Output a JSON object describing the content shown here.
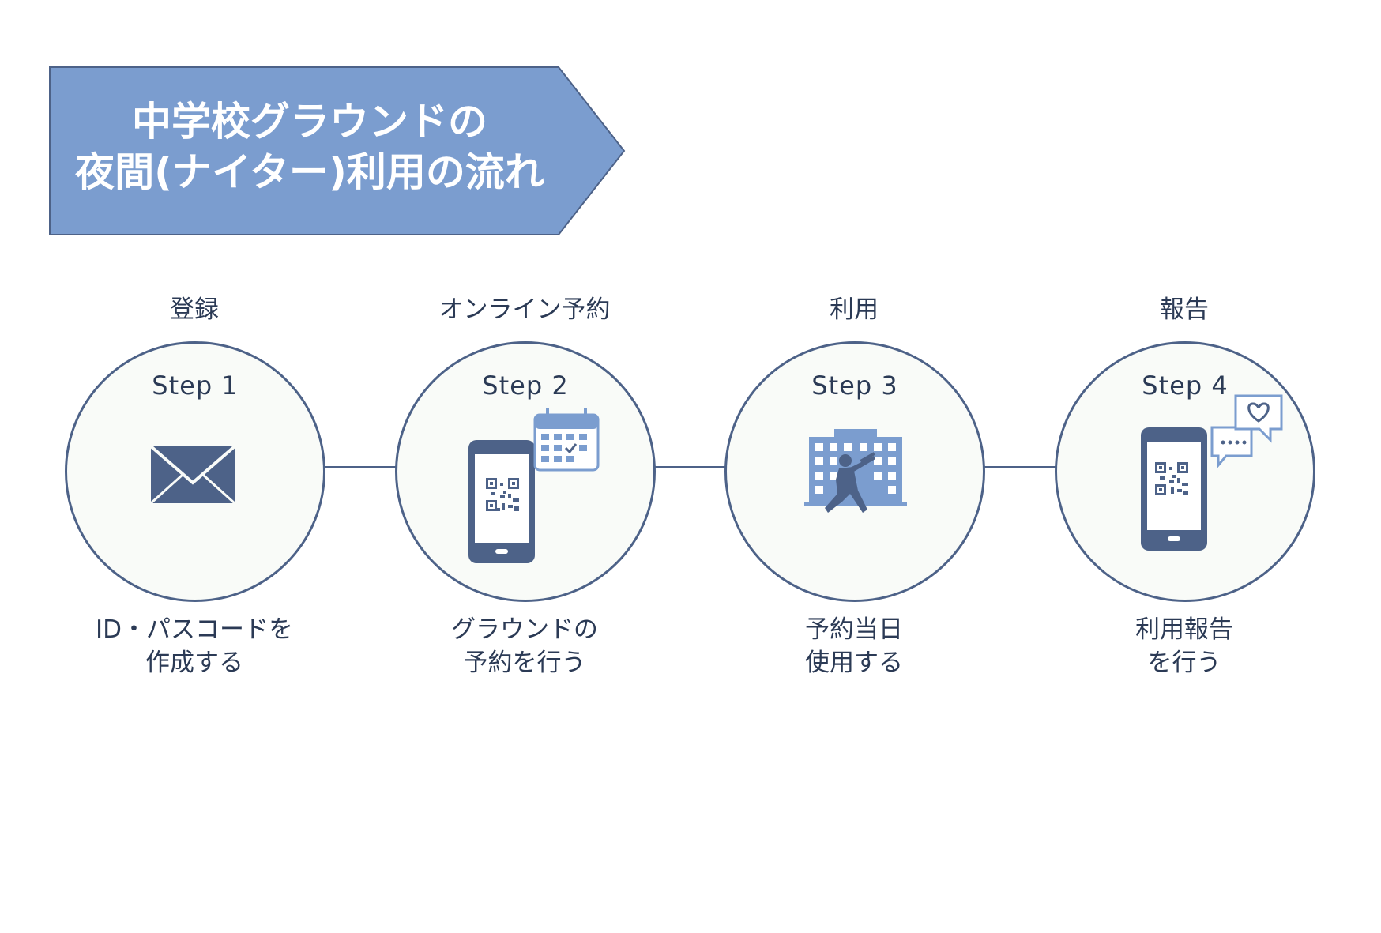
{
  "header": {
    "title_line1": "中学校グラウンドの",
    "title_line2": "夜間(ナイター)利用の流れ",
    "color": "#7b9dcf"
  },
  "steps": [
    {
      "label": "登録",
      "title": "Step 1",
      "desc_line1": "ID・パスコードを",
      "desc_line2": "作成する",
      "icon": "envelope-icon"
    },
    {
      "label": "オンライン予約",
      "title": "Step 2",
      "desc_line1": "グラウンドの",
      "desc_line2": "予約を行う",
      "icon": "smartphone-qr-calendar-icon"
    },
    {
      "label": "利用",
      "title": "Step 3",
      "desc_line1": "予約当日",
      "desc_line2": "使用する",
      "icon": "school-baseball-icon"
    },
    {
      "label": "報告",
      "title": "Step 4",
      "desc_line1": "利用報告",
      "desc_line2": "を行う",
      "icon": "smartphone-chat-heart-icon"
    }
  ],
  "colors": {
    "dark": "#4d6288",
    "light": "#7b9dcf",
    "circle_fill": "#f9fbf8"
  }
}
